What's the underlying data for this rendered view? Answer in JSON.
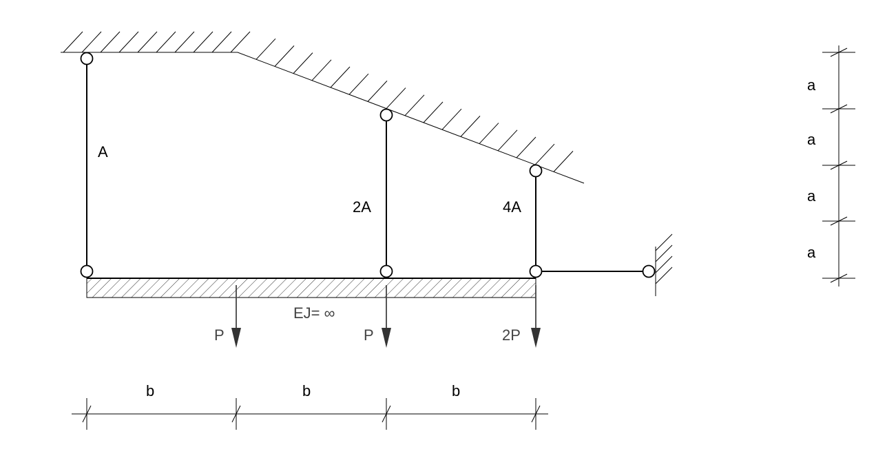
{
  "diagram": {
    "rod_labels": {
      "left": "A",
      "middle": "2A",
      "right": "4A"
    },
    "beam_label": "EJ= ∞",
    "loads": {
      "first": "P",
      "second": "P",
      "third": "2P"
    },
    "horizontal_dimensions": [
      "b",
      "b",
      "b"
    ],
    "vertical_dimensions": [
      "a",
      "a",
      "a",
      "a"
    ],
    "colors": {
      "lines": "#000000",
      "loads": "#444444",
      "background": "#ffffff"
    }
  }
}
